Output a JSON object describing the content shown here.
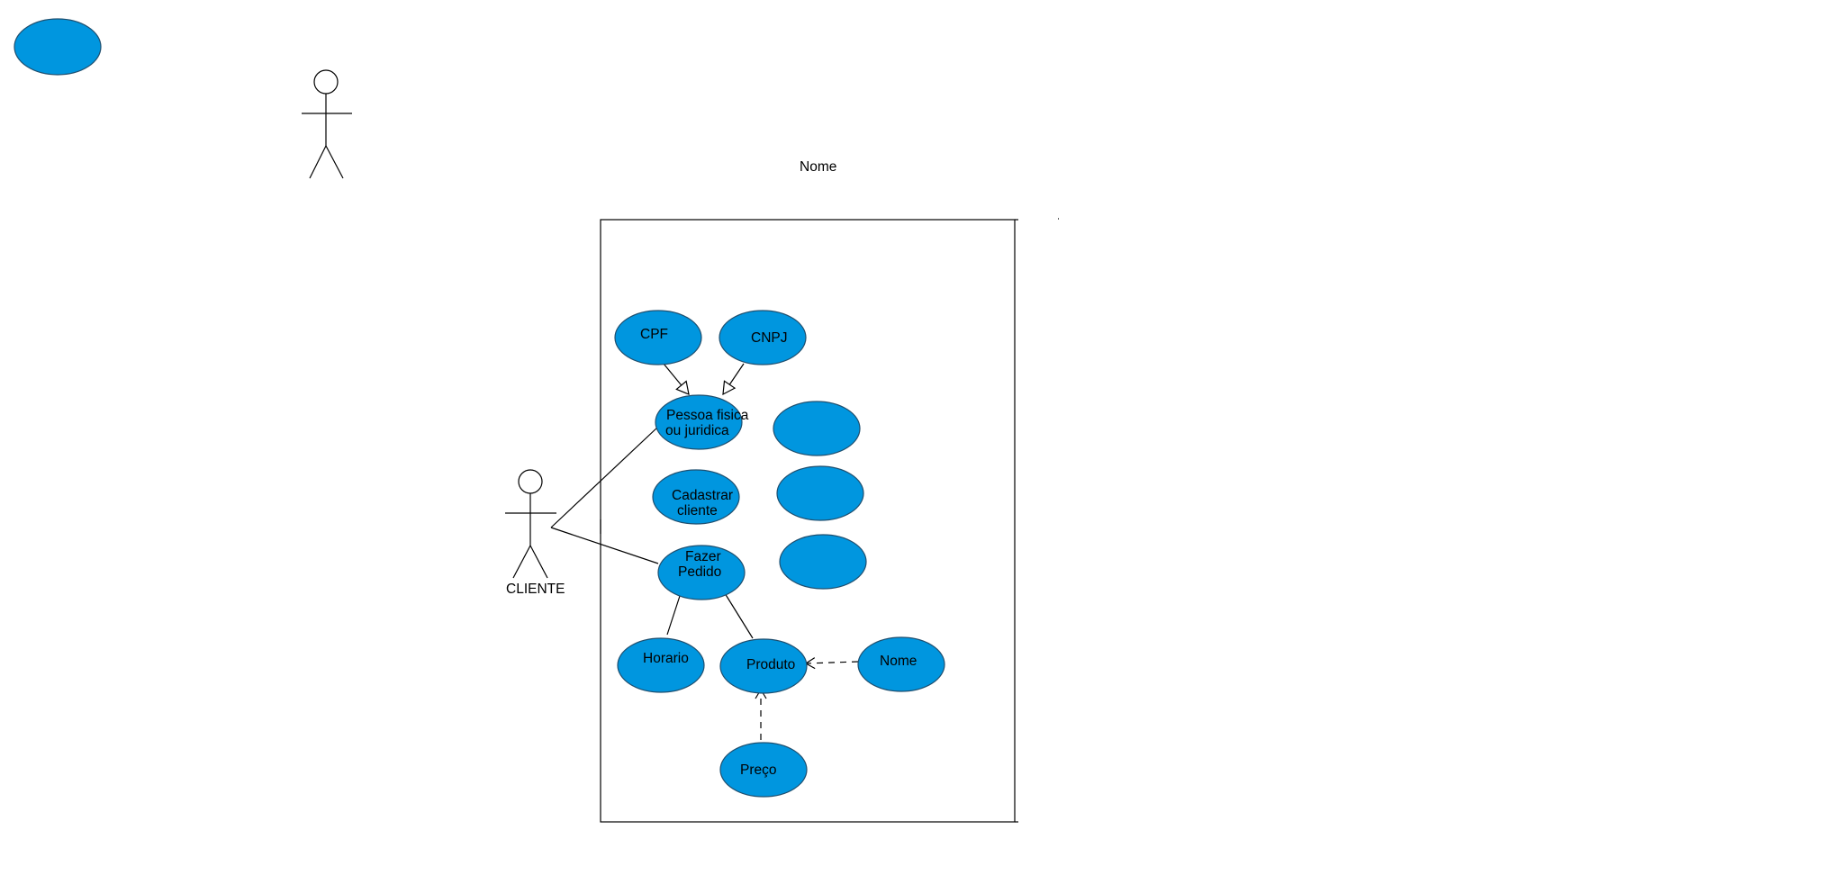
{
  "diagram": {
    "title": "Nome",
    "actor_name": "CLIENTE",
    "use_cases": {
      "cpf": "CPF",
      "cnpj": "CNPJ",
      "pessoa_line1": "Pessoa fisica",
      "pessoa_line2": "ou juridica",
      "cadastrar_line1": "Cadastrar",
      "cadastrar_line2": "cliente",
      "fazer_line1": "Fazer",
      "fazer_line2": "Pedido",
      "horario": "Horario",
      "produto": "Produto",
      "nome": "Nome",
      "preco": "Preço"
    },
    "colors": {
      "use_case_fill": "#0096DF",
      "use_case_stroke": "#1f4f6f",
      "line": "#000000"
    }
  }
}
